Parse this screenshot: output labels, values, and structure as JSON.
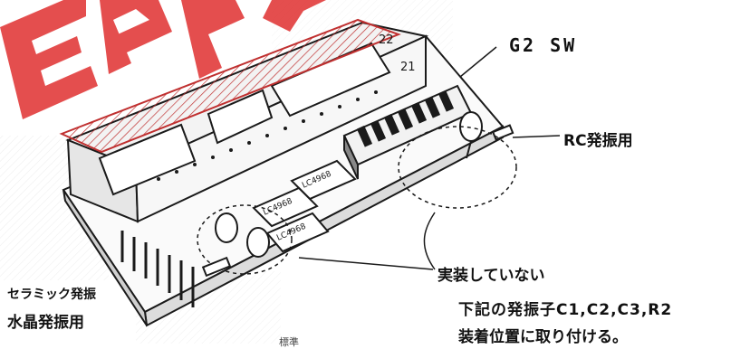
{
  "labels": {
    "g2_sw": "G2 SW",
    "rc_osc": "RC発振用",
    "not_mounted": "実装していない",
    "instruction_line1": "下記の発振子C1,C2,C3,R2",
    "instruction_line2": "装着位置に取り付ける。",
    "ceramic_osc": "セラミック発振",
    "crystal_osc": "水晶発振用",
    "bottom_fragment": "標準"
  },
  "components": {
    "connector_pin_22": "22",
    "connector_pin_21": "21",
    "chip_label_1": "LC4968",
    "chip_label_2": "LC4968",
    "chip_label_3": "LC4968"
  },
  "colors": {
    "watermark": "#e03030",
    "drawing": "#1a1a1a"
  }
}
